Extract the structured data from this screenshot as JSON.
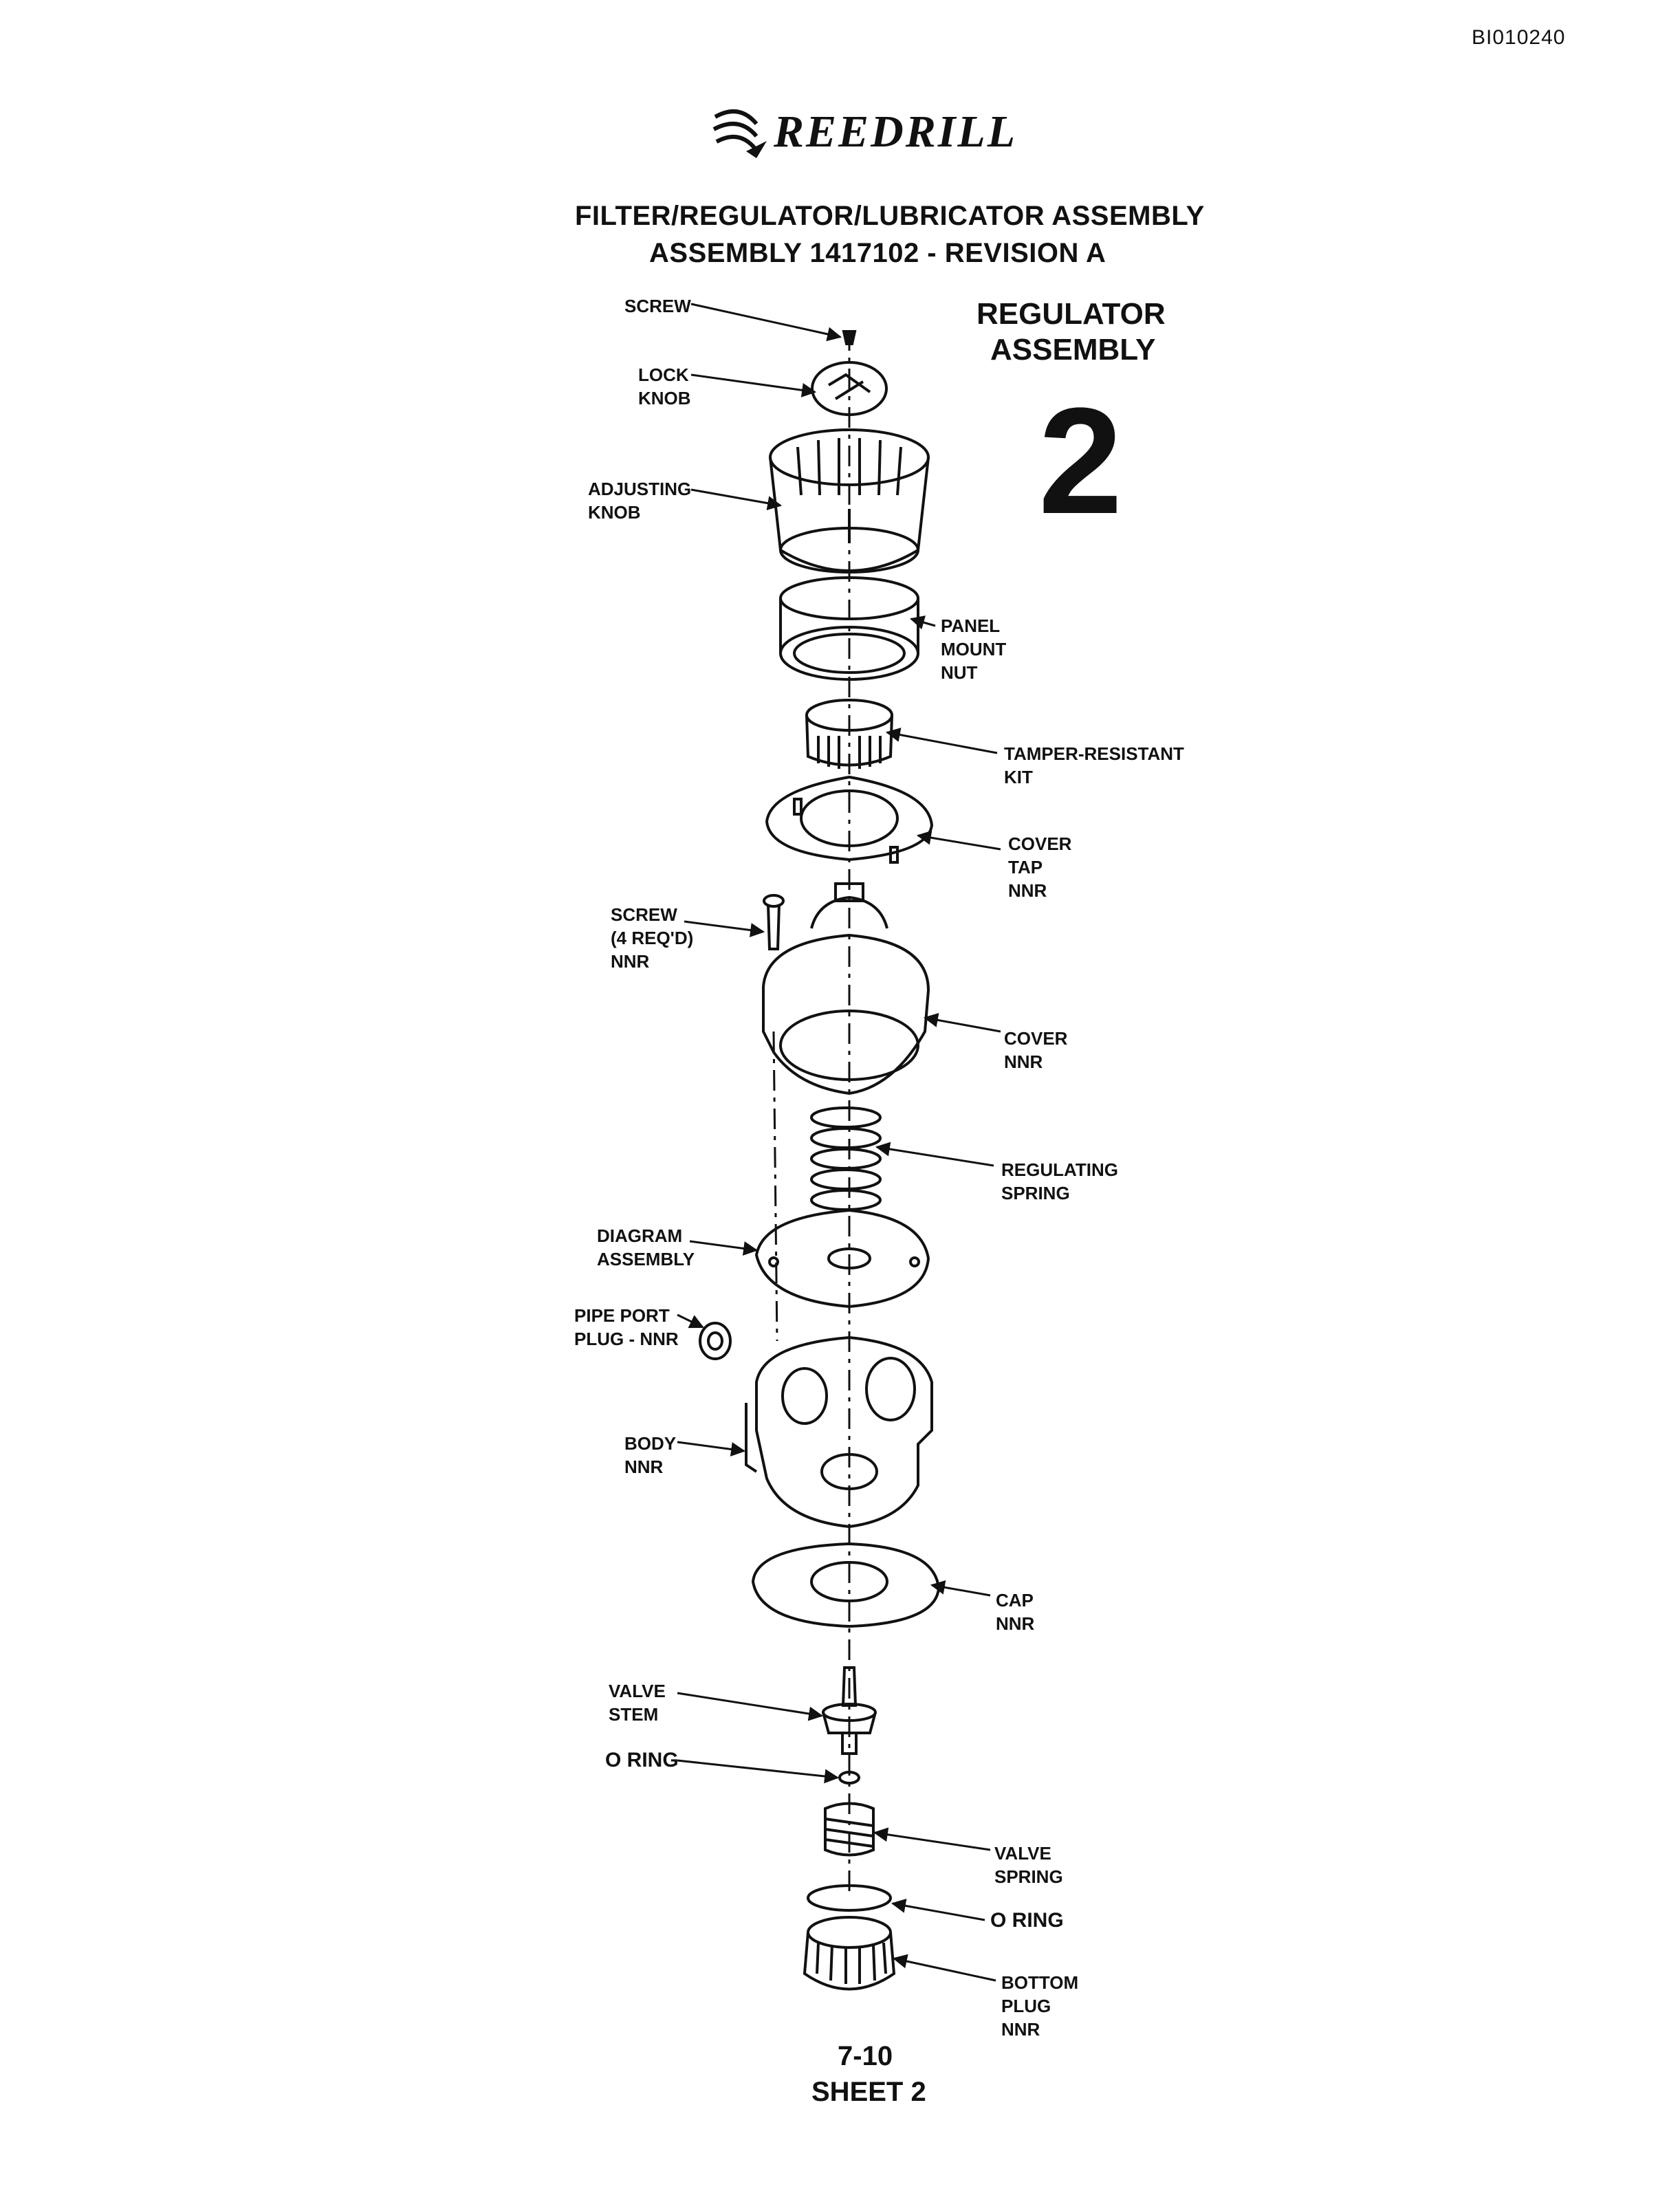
{
  "header": {
    "document_id": "BI010240",
    "brand": "REEDRILL",
    "title_line1": "FILTER/REGULATOR/LUBRICATOR ASSEMBLY",
    "title_line2": "ASSEMBLY 1417102 - REVISION A"
  },
  "section": {
    "name_line1": "REGULATOR",
    "name_line2": "ASSEMBLY",
    "number": "2"
  },
  "parts": {
    "screw": "SCREW",
    "lock_knob": "LOCK\nKNOB",
    "adjusting_knob": "ADJUSTING\nKNOB",
    "panel_mount_nut": "PANEL\nMOUNT\nNUT",
    "tamper_resistant_kit": "TAMPER-RESISTANT\nKIT",
    "cover_tap": "COVER\nTAP\nNNR",
    "screw_4": "SCREW\n(4 REQ'D)\nNNR",
    "cover": "COVER\nNNR",
    "regulating_spring": "REGULATING\nSPRING",
    "diagram_assembly": "DIAGRAM\nASSEMBLY",
    "pipe_port_plug": "PIPE PORT\nPLUG - NNR",
    "body": "BODY\nNNR",
    "cap": "CAP\nNNR",
    "valve_stem": "VALVE\nSTEM",
    "o_ring_1": "O RING",
    "valve_spring": "VALVE\nSPRING",
    "o_ring_2": "O RING",
    "bottom_plug": "BOTTOM\nPLUG\nNNR"
  },
  "footer": {
    "page": "7-10",
    "sheet": "SHEET 2"
  }
}
